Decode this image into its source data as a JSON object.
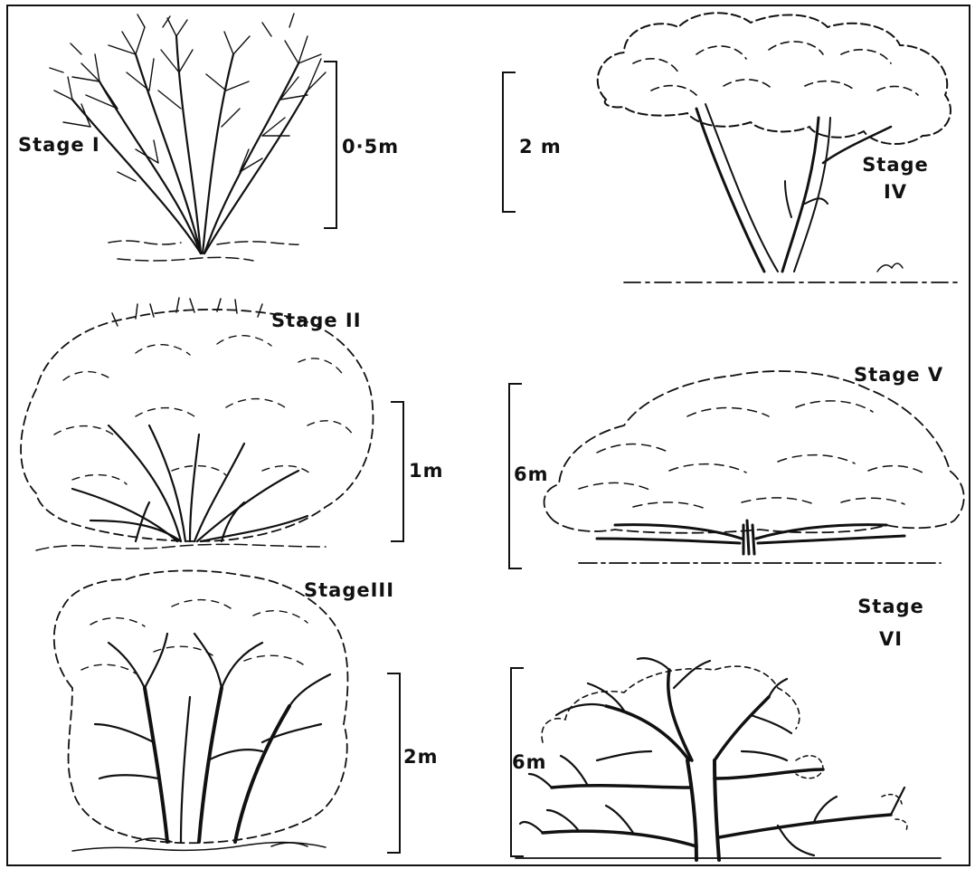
{
  "figure": {
    "stages": [
      {
        "id": "I",
        "label": "Stage I",
        "height_label": "0·5m",
        "form": "tall twiggy shrub with branches fanning out from a single base"
      },
      {
        "id": "II",
        "label": "Stage II",
        "height_label": "1m",
        "form": "rounded bush with many stems from the ground"
      },
      {
        "id": "III",
        "label": "StageIII",
        "height_label": "2m",
        "form": "large rounded bush with thicker stems"
      },
      {
        "id": "IV",
        "label_line1": "Stage",
        "label_line2": "IV",
        "height_label": "2 m",
        "form": "small tree with two trunks and a domed crown"
      },
      {
        "id": "V",
        "label": "Stage V",
        "height_label": "6m",
        "form": "low wide-spreading dome-shaped crown"
      },
      {
        "id": "VI",
        "label_line1": "Stage",
        "label_line2": "VI",
        "height_label": "6m",
        "form": "gnarled tree with heavy twisting branches"
      }
    ],
    "colors": {
      "ink": "#111111",
      "paper": "#ffffff"
    }
  }
}
